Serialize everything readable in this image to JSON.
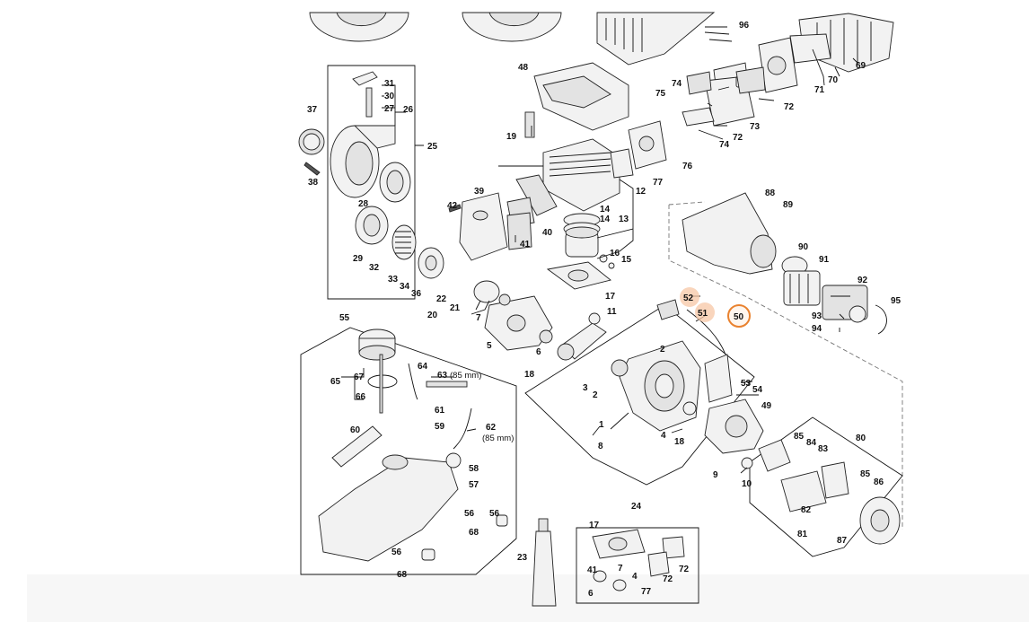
{
  "callouts": {
    "n1": "1",
    "n2": "2",
    "n3": "3",
    "n4": "4",
    "n5": "5",
    "n6": "6",
    "n7": "7",
    "n8": "8",
    "n9": "9",
    "n10": "10",
    "n11": "11",
    "n12": "12",
    "n13": "13",
    "n14": "14",
    "n15": "15",
    "n16": "16",
    "n17": "17",
    "n18": "18",
    "n19": "19",
    "n20": "20",
    "n21": "21",
    "n22": "22",
    "n23": "23",
    "n24": "24",
    "n25": "25",
    "n26": "26",
    "n27": "27",
    "n28": "28",
    "n29": "29",
    "n30": "30",
    "n31": "31",
    "n32": "32",
    "n33": "33",
    "n34": "34",
    "n36": "36",
    "n37": "37",
    "n38": "38",
    "n39": "39",
    "n40": "40",
    "n41": "41",
    "n42": "42",
    "n48": "48",
    "n49": "49",
    "n50": "50",
    "n51": "51",
    "n52": "52",
    "n53": "53",
    "n54": "54",
    "n55": "55",
    "n56": "56",
    "n57": "57",
    "n58": "58",
    "n59": "59",
    "n60": "60",
    "n61": "61",
    "n62": "62",
    "n63": "63",
    "n64": "64",
    "n65": "65",
    "n66": "66",
    "n67": "67",
    "n68": "68",
    "n69": "69",
    "n70": "70",
    "n71": "71",
    "n72": "72",
    "n73": "73",
    "n74": "74",
    "n75": "75",
    "n76": "76",
    "n77": "77",
    "n80": "80",
    "n81": "81",
    "n82": "82",
    "n83": "83",
    "n84": "84",
    "n85": "85",
    "n86": "86",
    "n87": "87",
    "n88": "88",
    "n89": "89",
    "n90": "90",
    "n91": "91",
    "n92": "92",
    "n93": "93",
    "n94": "94",
    "n95": "95",
    "n96": "96"
  },
  "notes": {
    "hose_63": "(85 mm)",
    "hose_62": "(85 mm)"
  },
  "highlight": {
    "selected": "50",
    "related": [
      "51",
      "52"
    ],
    "ring_color": "#e9822f",
    "glow_color": "#f7c7a6"
  }
}
